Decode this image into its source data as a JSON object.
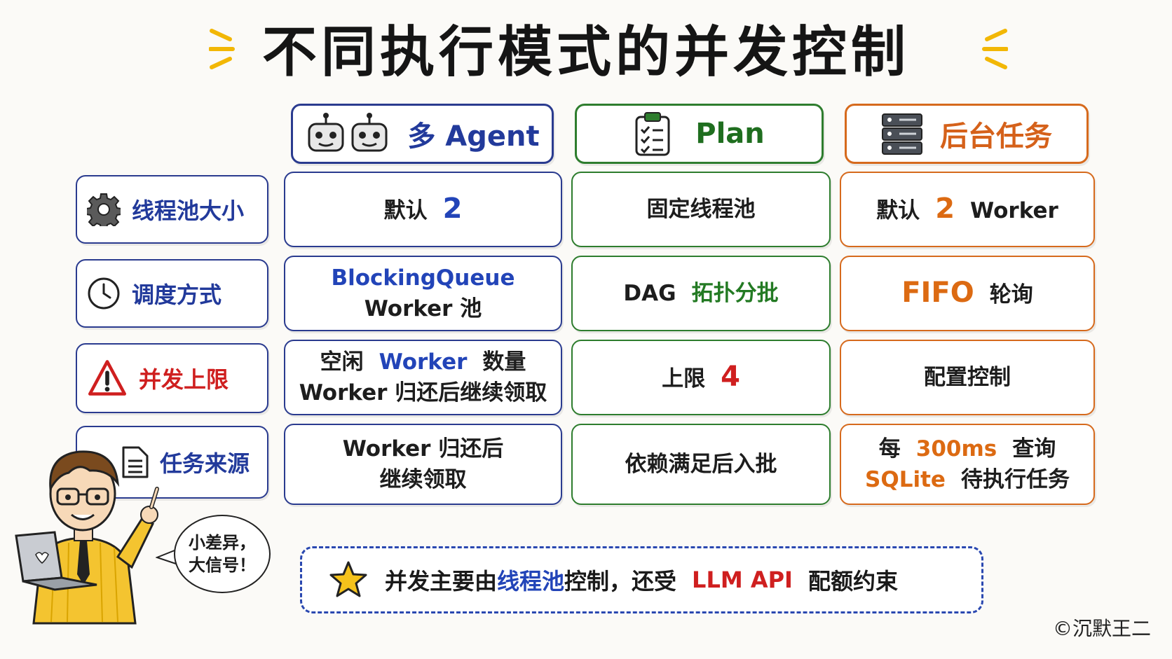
{
  "title": "不同执行模式的并发控制",
  "columns": [
    {
      "label": "多 Agent",
      "icon": "robot-icon",
      "color": "#223a9b"
    },
    {
      "label": "Plan",
      "icon": "clipboard-checklist-icon",
      "color": "#1f6e1f"
    },
    {
      "label": "后台任务",
      "icon": "server-icon",
      "color": "#d5611a"
    }
  ],
  "rows": [
    {
      "label": "线程池大小",
      "icon": "gear-icon",
      "agent": {
        "a": "默认",
        "b": "2"
      },
      "plan": {
        "a": "固定线程池"
      },
      "bg": {
        "a": "默认",
        "b": "2",
        "c": "Worker"
      }
    },
    {
      "label": "调度方式",
      "icon": "clock-icon",
      "agent": {
        "line1": "BlockingQueue",
        "line2": "Worker 池"
      },
      "plan": {
        "a": "DAG",
        "b": "拓扑分批"
      },
      "bg": {
        "a": "FIFO",
        "b": "轮询"
      }
    },
    {
      "label": "并发上限",
      "icon": "warning-icon",
      "agent": {
        "line1a": "空闲",
        "line1b": "Worker",
        "line1c": "数量",
        "line2": "Worker 归还后继续领取"
      },
      "plan": {
        "a": "上限",
        "b": "4"
      },
      "bg": {
        "a": "配置控制"
      }
    },
    {
      "label": "任务来源",
      "icon": "document-icon",
      "agent": {
        "line1": "Worker 归还后",
        "line2": "继续领取"
      },
      "plan": {
        "a": "依赖满足后入批"
      },
      "bg": {
        "line1a": "每",
        "line1b": "300ms",
        "line1c": "查询",
        "line2a": "SQLite",
        "line2b": "待执行任务"
      }
    }
  ],
  "note": {
    "icon": "star-icon",
    "part1": "并发主要由",
    "part2": "线程池",
    "part3": "控制，还受",
    "part4": "LLM API",
    "part5": "配额约束"
  },
  "bubble": {
    "line1": "小差异，",
    "line2": "大信号！"
  },
  "copyright": "©沉默王二",
  "colors": {
    "blue": "#2244b8",
    "green": "#237a23",
    "orange": "#dc6a12",
    "red": "#cf1f1f"
  }
}
